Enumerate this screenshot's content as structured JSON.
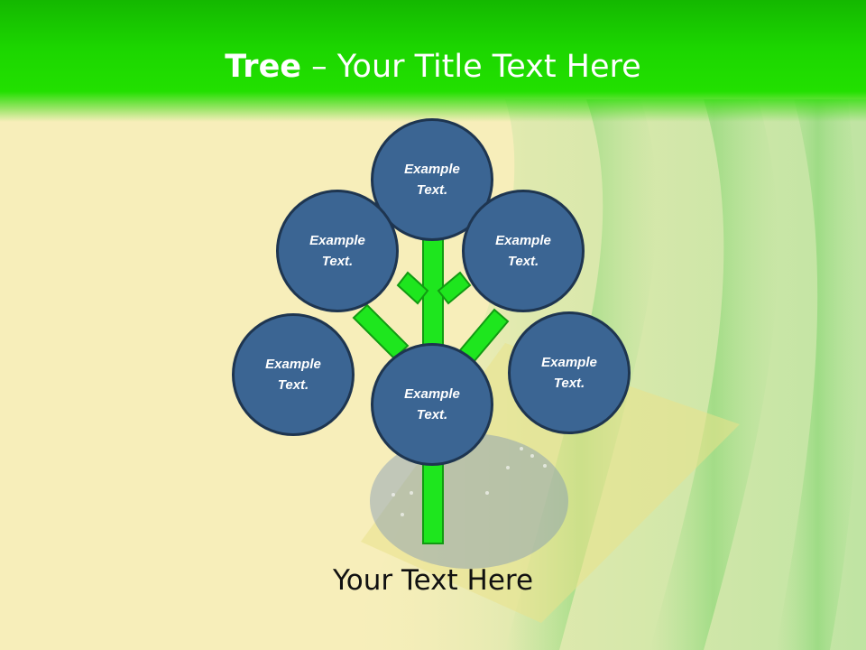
{
  "slide": {
    "title_bold": "Tree",
    "title_rest": " – Your Title Text Here",
    "footer_text": "Your Text Here"
  },
  "nodes": [
    {
      "id": "top",
      "line1": "Example",
      "line2": "Text."
    },
    {
      "id": "upper-left",
      "line1": "Example",
      "line2": "Text."
    },
    {
      "id": "upper-right",
      "line1": "Example",
      "line2": "Text."
    },
    {
      "id": "lower-left",
      "line1": "Example",
      "line2": "Text."
    },
    {
      "id": "center",
      "line1": "Example",
      "line2": "Text."
    },
    {
      "id": "lower-right",
      "line1": "Example",
      "line2": "Text."
    }
  ],
  "colors": {
    "header_green": "#1cd600",
    "branch_green": "#1ee61e",
    "branch_outline": "#129a12",
    "node_fill": "#3b6593",
    "node_border": "#1e3550",
    "background": "#f7eeba"
  }
}
